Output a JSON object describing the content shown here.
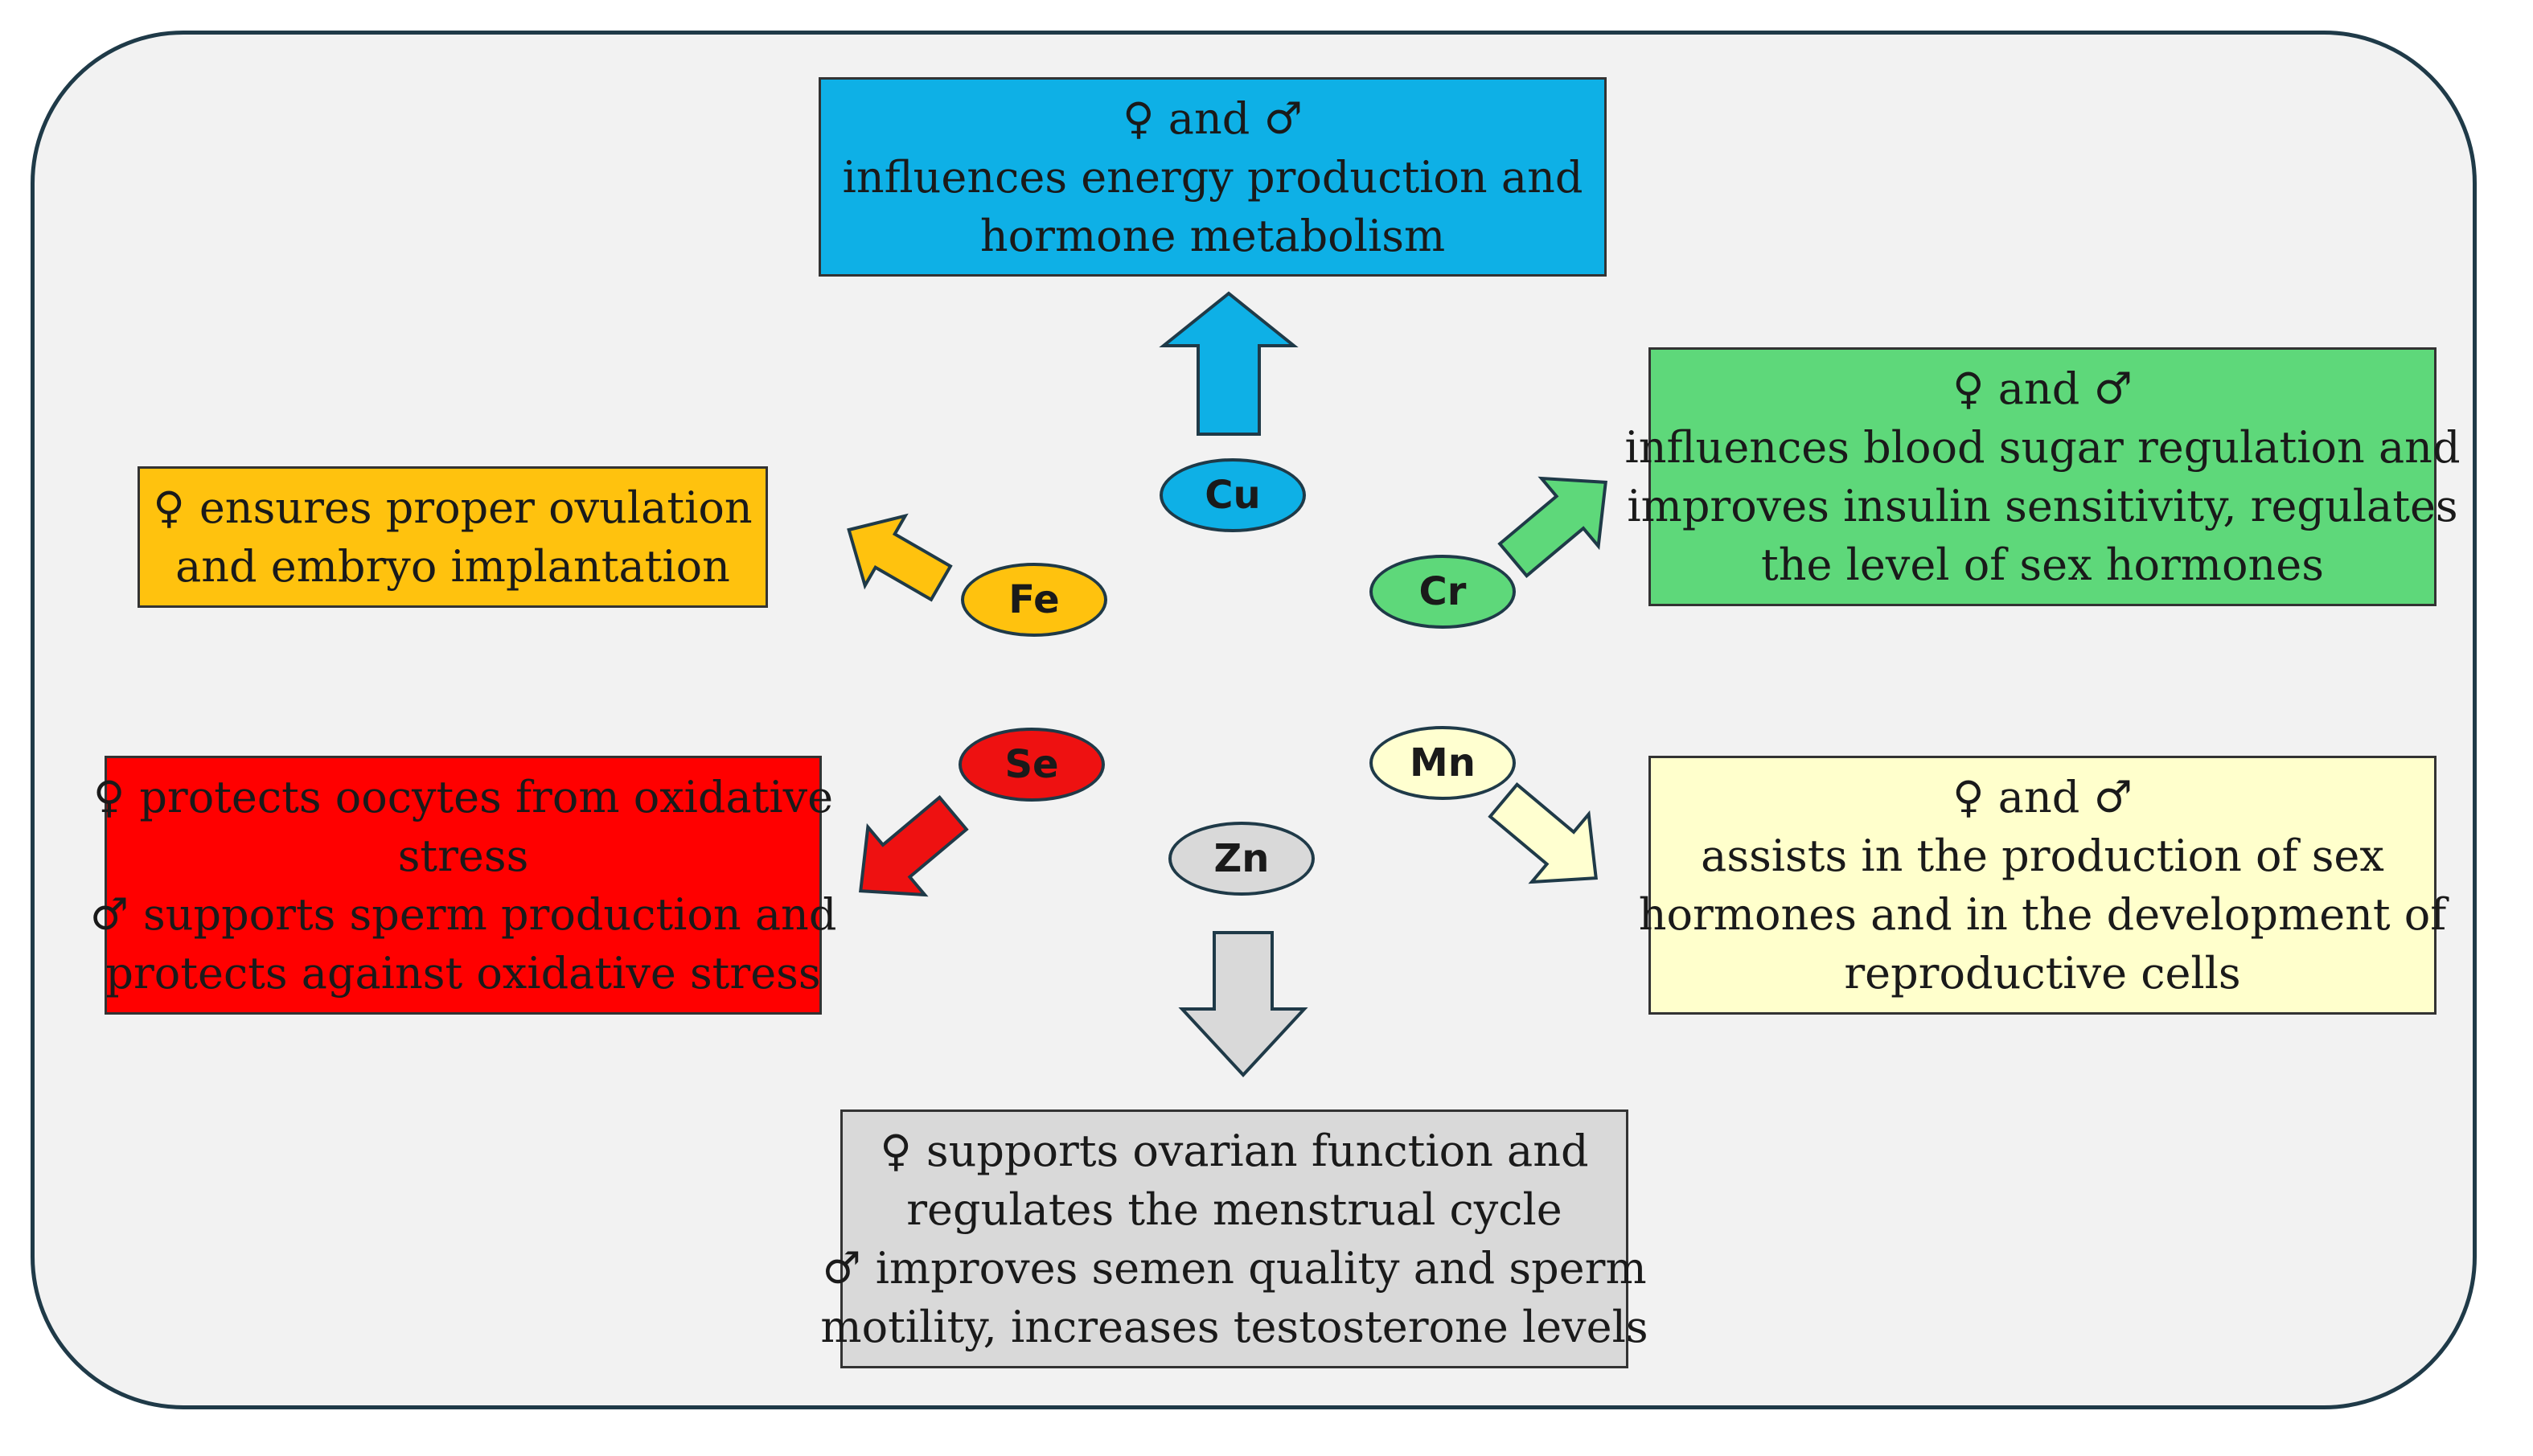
{
  "elements": {
    "cu": {
      "symbol": "Cu",
      "color": "#0eb0e6"
    },
    "cr": {
      "symbol": "Cr",
      "color": "#5ed87a"
    },
    "fe": {
      "symbol": "Fe",
      "color": "#ffc20e"
    },
    "se": {
      "symbol": "Se",
      "color": "#ee1111"
    },
    "mn": {
      "symbol": "Mn",
      "color": "#ffffd0"
    },
    "zn": {
      "symbol": "Zn",
      "color": "#d9d9d9"
    }
  },
  "boxes": {
    "cu": {
      "sex": "♀ and ♂",
      "line1": "influences energy production and",
      "line2": "hormone metabolism",
      "color": "#0eb0e6"
    },
    "cr": {
      "sex": "♀ and ♂",
      "line1": "influences blood sugar regulation and",
      "line2": "improves insulin sensitivity, regulates",
      "line3": "the level of sex hormones",
      "color": "#5ed87a"
    },
    "fe": {
      "female_symbol": "♀",
      "line1": "ensures proper ovulation",
      "line2": "and embryo implantation",
      "color": "#ffc20e"
    },
    "se": {
      "female_symbol": "♀",
      "female_line1": "protects oocytes from oxidative",
      "female_line2": "stress",
      "male_symbol": "♂",
      "male_line1": "supports sperm production and",
      "male_line2": "protects against oxidative stress",
      "color": "#ff0000"
    },
    "mn": {
      "sex": "♀ and ♂",
      "line1": "assists in the production of sex",
      "line2": "hormones and in the development of",
      "line3": "reproductive cells",
      "color": "#ffffcc"
    },
    "zn": {
      "female_symbol": "♀",
      "female_line1": "supports ovarian function and",
      "female_line2": "regulates the menstrual cycle",
      "male_symbol": "♂",
      "male_line1": "improves semen quality and sperm",
      "male_line2": "motility, increases testosterone levels",
      "color": "#d9d9d9"
    }
  }
}
